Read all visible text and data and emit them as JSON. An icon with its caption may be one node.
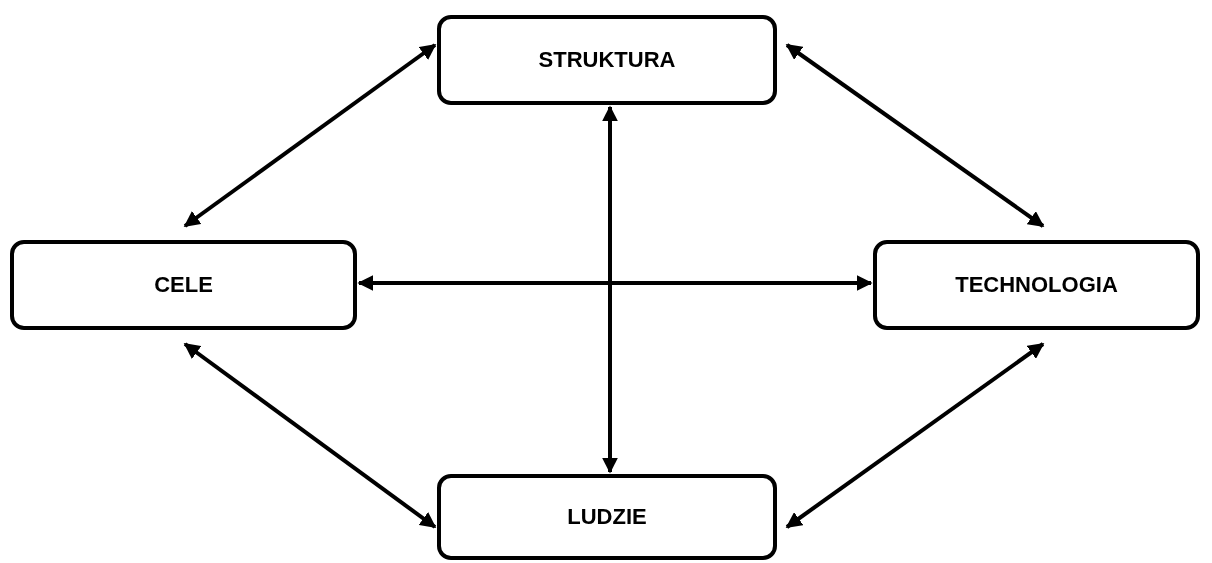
{
  "diagram": {
    "nodes": [
      {
        "text": [
          "STRUKTURA"
        ]
      },
      {
        "text": [
          "CELE"
        ]
      },
      {
        "text": [
          "TECHNOLOGIA"
        ]
      },
      {
        "text": [
          "LUDZIE"
        ]
      }
    ],
    "edges": [
      {
        "from": 0,
        "to": 1,
        "arrow": "both"
      },
      {
        "from": 0,
        "to": 2,
        "arrow": "both"
      },
      {
        "from": 0,
        "to": 3,
        "arrow": "both"
      },
      {
        "from": 1,
        "to": 2,
        "arrow": "both"
      },
      {
        "from": 1,
        "to": 3,
        "arrow": "both"
      },
      {
        "from": 2,
        "to": 3,
        "arrow": "both"
      }
    ]
  }
}
